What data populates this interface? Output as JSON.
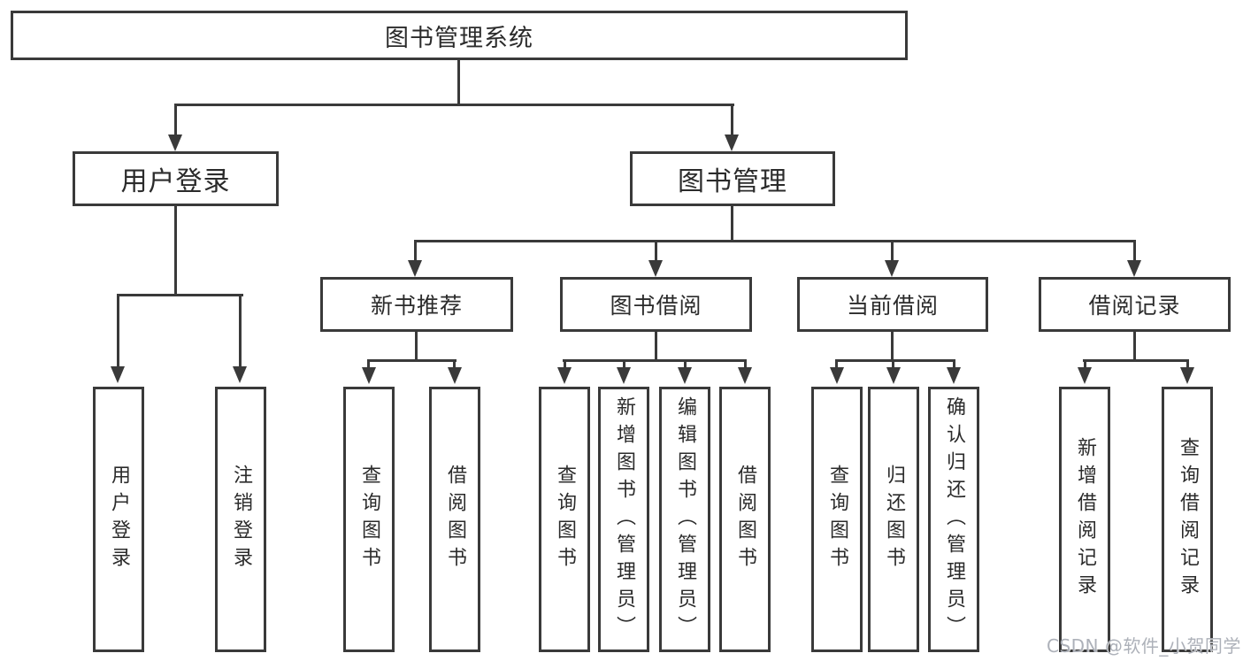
{
  "tree": {
    "root": {
      "label": "图书管理系统"
    },
    "children": [
      {
        "label": "用户登录",
        "children": [
          {
            "label": "用户登录"
          },
          {
            "label": "注销登录"
          }
        ]
      },
      {
        "label": "图书管理",
        "children": [
          {
            "label": "新书推荐",
            "children": [
              {
                "label": "查询图书"
              },
              {
                "label": "借阅图书"
              }
            ]
          },
          {
            "label": "图书借阅",
            "children": [
              {
                "label": "查询图书"
              },
              {
                "label": "新增图书（管理员）"
              },
              {
                "label": "编辑图书（管理员）"
              },
              {
                "label": "借阅图书"
              }
            ]
          },
          {
            "label": "当前借阅",
            "children": [
              {
                "label": "查询图书"
              },
              {
                "label": "归还图书"
              },
              {
                "label": "确认归还（管理员）"
              }
            ]
          },
          {
            "label": "借阅记录",
            "children": [
              {
                "label": "新增借阅记录"
              },
              {
                "label": "查询借阅记录"
              }
            ]
          }
        ]
      }
    ]
  },
  "watermark": "CSDN @软件_小贺同学",
  "colors": {
    "line": "#3a3a3a",
    "text": "#2b2b2b",
    "watermark": "#adb1b9",
    "bg": "#ffffff"
  }
}
